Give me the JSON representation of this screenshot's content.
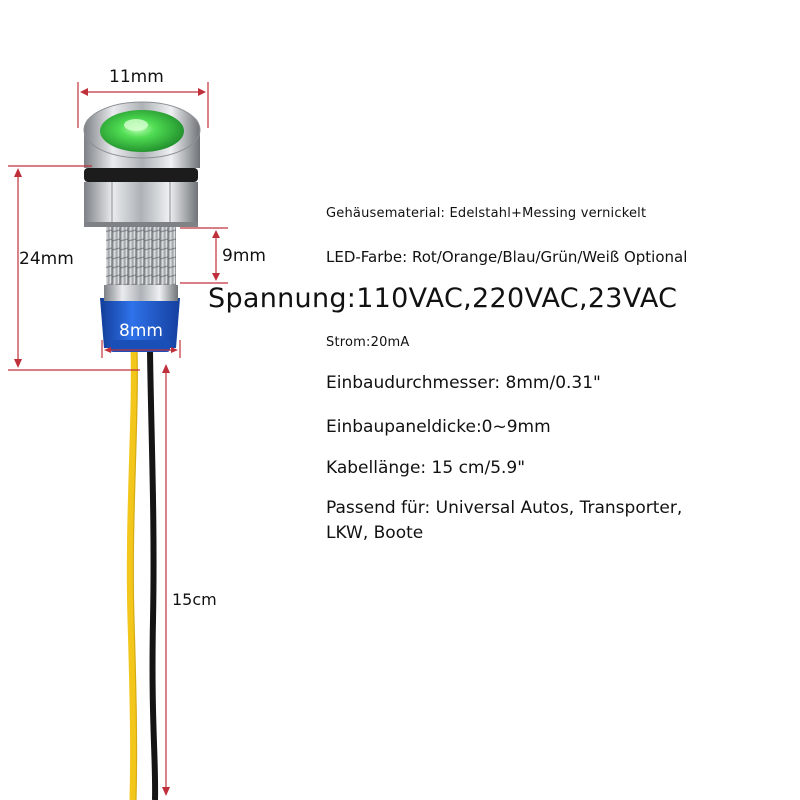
{
  "dimensions": {
    "head_diameter": "11mm",
    "total_height": "24mm",
    "thread_length": "9mm",
    "mount_diameter": "8mm",
    "cable_length": "15cm"
  },
  "specs": {
    "housing_material": "Gehäusematerial: Edelstahl+Messing vernickelt",
    "led_color": "LED-Farbe: Rot/Orange/Blau/Grün/Weiß Optional",
    "voltage": "Spannung:110VAC,220VAC,23VAC",
    "current": "Strom:20mA",
    "mount_diameter": "Einbaudurchmesser: 8mm/0.31\"",
    "panel_thickness": "Einbaupaneldicke:0~9mm",
    "cable_length": "Kabellänge: 15 cm/5.9\"",
    "fits_line1": "Passend für: Universal Autos, Transporter,",
    "fits_line2": "LKW, Boote"
  },
  "colors": {
    "dimension_line": "#c0303a",
    "led_lens": "#3ec84a",
    "metal": "#b9bcc0",
    "insulator": "#1f5fd6",
    "wire_yellow": "#f2c61a",
    "wire_black": "#151515"
  }
}
